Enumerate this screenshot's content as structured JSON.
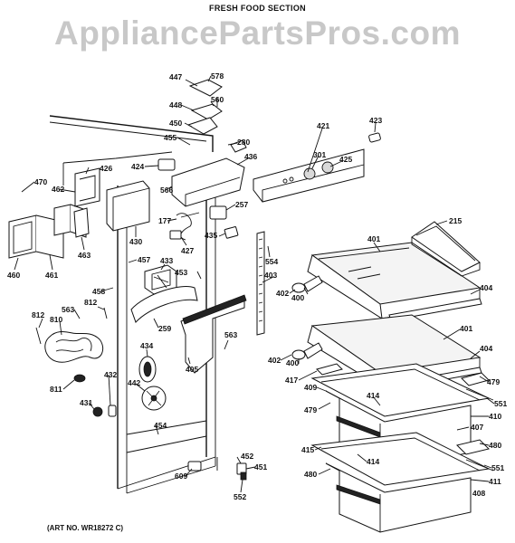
{
  "header": {
    "section_title": "FRESH FOOD SECTION",
    "watermark": "AppliancePartsPros.com"
  },
  "footer": {
    "art_number": "(ART NO. WR18272 C)"
  },
  "callouts": [
    {
      "id": "c447",
      "text": "447"
    },
    {
      "id": "c578",
      "text": "578"
    },
    {
      "id": "c448",
      "text": "448"
    },
    {
      "id": "c560",
      "text": "560"
    },
    {
      "id": "c450",
      "text": "450"
    },
    {
      "id": "c455",
      "text": "455"
    },
    {
      "id": "c280",
      "text": "280"
    },
    {
      "id": "c421",
      "text": "421"
    },
    {
      "id": "c423",
      "text": "423"
    },
    {
      "id": "c436",
      "text": "436"
    },
    {
      "id": "c301",
      "text": "301"
    },
    {
      "id": "c425",
      "text": "425"
    },
    {
      "id": "c470",
      "text": "470"
    },
    {
      "id": "c426",
      "text": "426"
    },
    {
      "id": "c424",
      "text": "424"
    },
    {
      "id": "c462",
      "text": "462"
    },
    {
      "id": "c566",
      "text": "566"
    },
    {
      "id": "c177",
      "text": "177"
    },
    {
      "id": "c257",
      "text": "257"
    },
    {
      "id": "c215",
      "text": "215"
    },
    {
      "id": "c430",
      "text": "430"
    },
    {
      "id": "c427",
      "text": "427"
    },
    {
      "id": "c435",
      "text": "435"
    },
    {
      "id": "c463",
      "text": "463"
    },
    {
      "id": "c460",
      "text": "460"
    },
    {
      "id": "c461",
      "text": "461"
    },
    {
      "id": "c457",
      "text": "457"
    },
    {
      "id": "c433",
      "text": "433"
    },
    {
      "id": "c453",
      "text": "453"
    },
    {
      "id": "c554",
      "text": "554"
    },
    {
      "id": "c401a",
      "text": "401"
    },
    {
      "id": "c404a",
      "text": "404"
    },
    {
      "id": "c458",
      "text": "458"
    },
    {
      "id": "c403",
      "text": "403"
    },
    {
      "id": "c402a",
      "text": "402"
    },
    {
      "id": "c400a",
      "text": "400"
    },
    {
      "id": "c812a",
      "text": "812"
    },
    {
      "id": "c563a",
      "text": "563"
    },
    {
      "id": "c812b",
      "text": "812"
    },
    {
      "id": "c810",
      "text": "810"
    },
    {
      "id": "c259",
      "text": "259"
    },
    {
      "id": "c401b",
      "text": "401"
    },
    {
      "id": "c563b",
      "text": "563"
    },
    {
      "id": "c434",
      "text": "434"
    },
    {
      "id": "c404b",
      "text": "404"
    },
    {
      "id": "c402b",
      "text": "402"
    },
    {
      "id": "c400b",
      "text": "400"
    },
    {
      "id": "c405",
      "text": "405"
    },
    {
      "id": "c432",
      "text": "432"
    },
    {
      "id": "c417",
      "text": "417"
    },
    {
      "id": "c479a",
      "text": "479"
    },
    {
      "id": "c811",
      "text": "811"
    },
    {
      "id": "c442",
      "text": "442"
    },
    {
      "id": "c409",
      "text": "409"
    },
    {
      "id": "c414a",
      "text": "414"
    },
    {
      "id": "c551a",
      "text": "551"
    },
    {
      "id": "c431",
      "text": "431"
    },
    {
      "id": "c479b",
      "text": "479"
    },
    {
      "id": "c410",
      "text": "410"
    },
    {
      "id": "c407",
      "text": "407"
    },
    {
      "id": "c454",
      "text": "454"
    },
    {
      "id": "c415",
      "text": "415"
    },
    {
      "id": "c480a",
      "text": "480"
    },
    {
      "id": "c452",
      "text": "452"
    },
    {
      "id": "c414b",
      "text": "414"
    },
    {
      "id": "c451",
      "text": "451"
    },
    {
      "id": "c609",
      "text": "609"
    },
    {
      "id": "c480b",
      "text": "480"
    },
    {
      "id": "c551b",
      "text": "551"
    },
    {
      "id": "c411",
      "text": "411"
    },
    {
      "id": "c552",
      "text": "552"
    },
    {
      "id": "c408",
      "text": "408"
    }
  ]
}
